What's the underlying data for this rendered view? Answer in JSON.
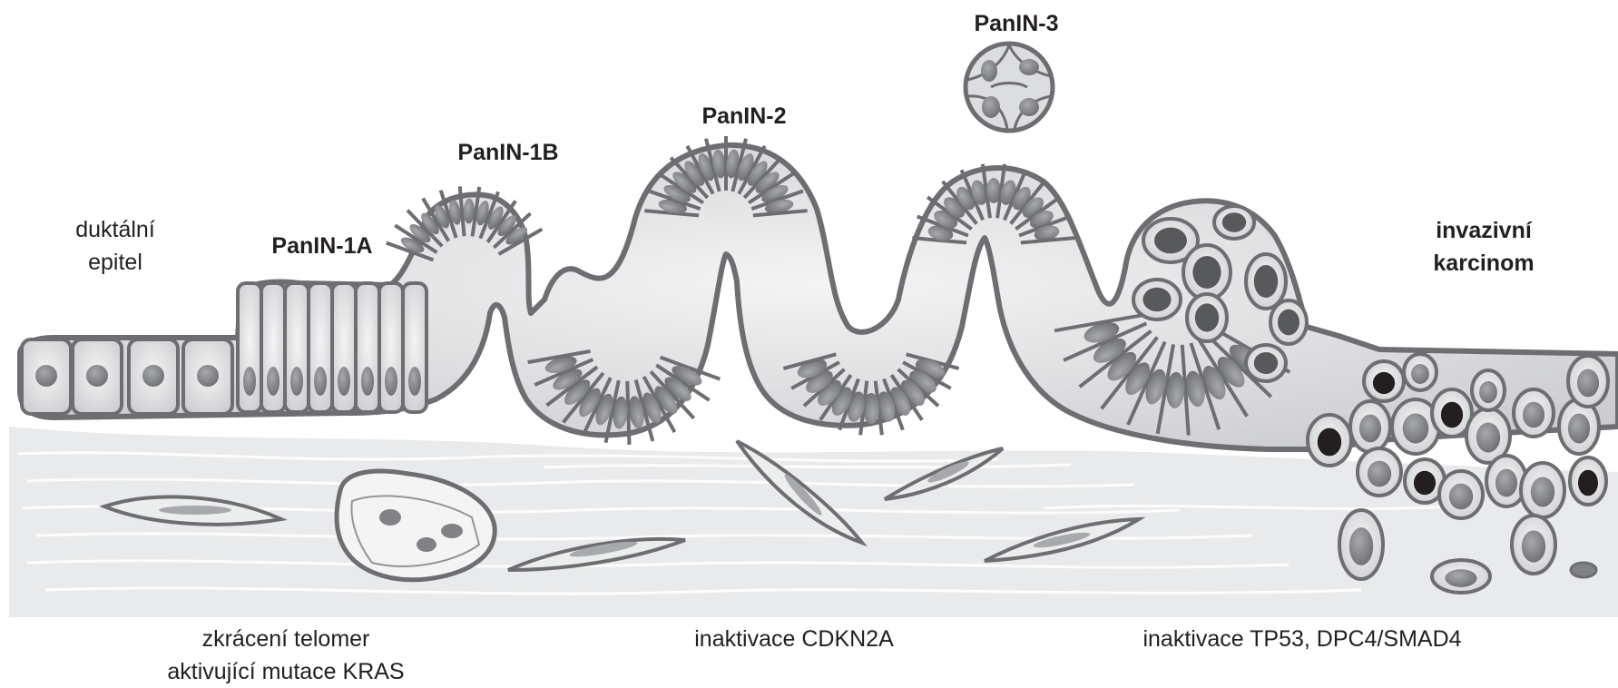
{
  "labels": {
    "ductal": [
      "duktální",
      "epitel"
    ],
    "panin1a": "PanIN-1A",
    "panin1b": "PanIN-1B",
    "panin2": "PanIN-2",
    "panin3": "PanIN-3",
    "invasive": [
      "invazivní",
      "karcinom"
    ]
  },
  "genetic_events": {
    "early": [
      "zkrácení telomer",
      "aktivující mutace KRAS"
    ],
    "middle": "inaktivace CDKN2A",
    "late": "inaktivace TP53, DPC4/SMAD4"
  },
  "colors": {
    "stroke": "#6d6e71",
    "cell_fill": "#dcdddf",
    "cell_light": "#eeeeef",
    "nucleus": "#939598",
    "nucleus_dark": "#58595b",
    "stroma": "#e6e7e8",
    "text": "#231f20"
  }
}
